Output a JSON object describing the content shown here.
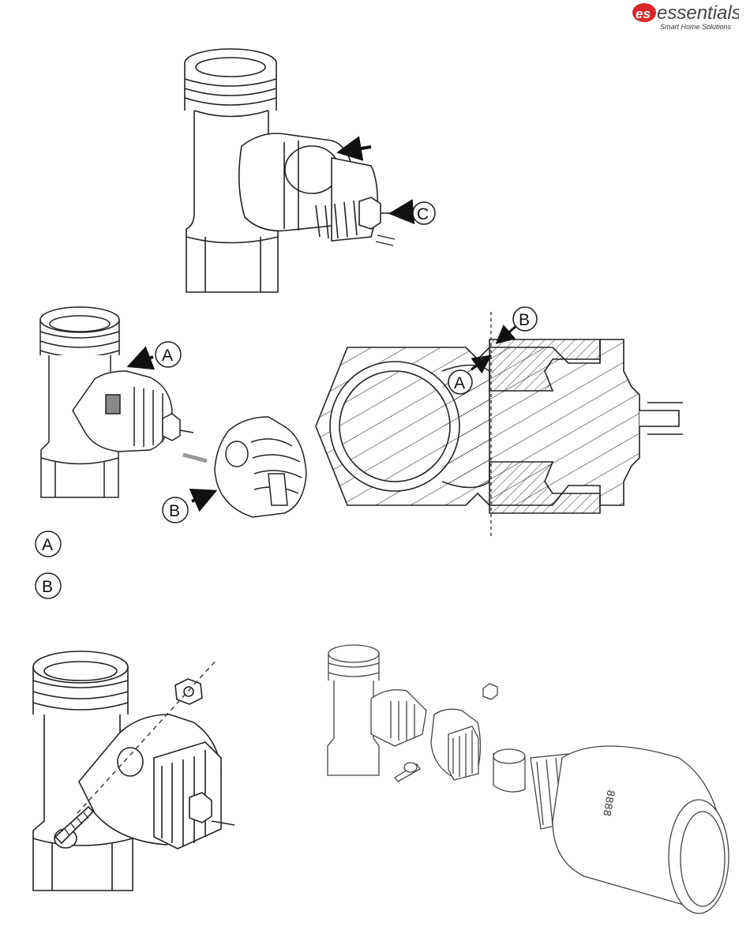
{
  "brand": {
    "logo_text": "essentials",
    "logo_accent_text": "es",
    "tagline": "Smart Home Solutions",
    "accent_color": "#d9262b"
  },
  "figure1": {
    "callout_c": "C"
  },
  "figure2": {
    "callout_a": "A",
    "callout_b": "B"
  },
  "figure3": {
    "callout_a": "A",
    "callout_b": "B"
  },
  "legend": {
    "item_a": "A",
    "item_b": "B"
  }
}
